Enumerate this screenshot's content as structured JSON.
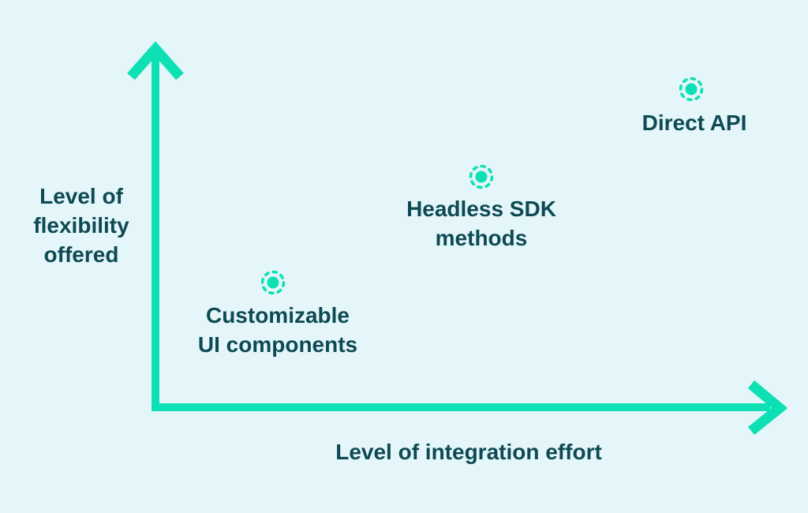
{
  "colors": {
    "background": "#e4f6f9",
    "accent": "#0de0b5",
    "text": "#0d4a53"
  },
  "chart_data": {
    "type": "scatter",
    "title": "",
    "xlabel": "Level of integration effort",
    "ylabel": "Level of flexibility offered",
    "ylabel_lines": [
      "Level of",
      "flexibility",
      "offered"
    ],
    "axis_style": "qualitative, no ticks, arrow-headed axes",
    "legend": "none",
    "grid": false,
    "marker_style": "teal filled dot inside dashed teal ring",
    "points": [
      {
        "label": "Customizable UI components",
        "lines": [
          "Customizable",
          "UI components"
        ],
        "x_relative": 0.19,
        "y_relative": 0.34,
        "x_qualitative": "low integration effort",
        "y_qualitative": "low flexibility"
      },
      {
        "label": "Headless SDK methods",
        "lines": [
          "Headless SDK",
          "methods"
        ],
        "x_relative": 0.53,
        "y_relative": 0.63,
        "x_qualitative": "medium integration effort",
        "y_qualitative": "medium flexibility"
      },
      {
        "label": "Direct API",
        "lines": [
          "Direct API"
        ],
        "x_relative": 0.87,
        "y_relative": 0.87,
        "x_qualitative": "high integration effort",
        "y_qualitative": "high flexibility"
      }
    ]
  }
}
